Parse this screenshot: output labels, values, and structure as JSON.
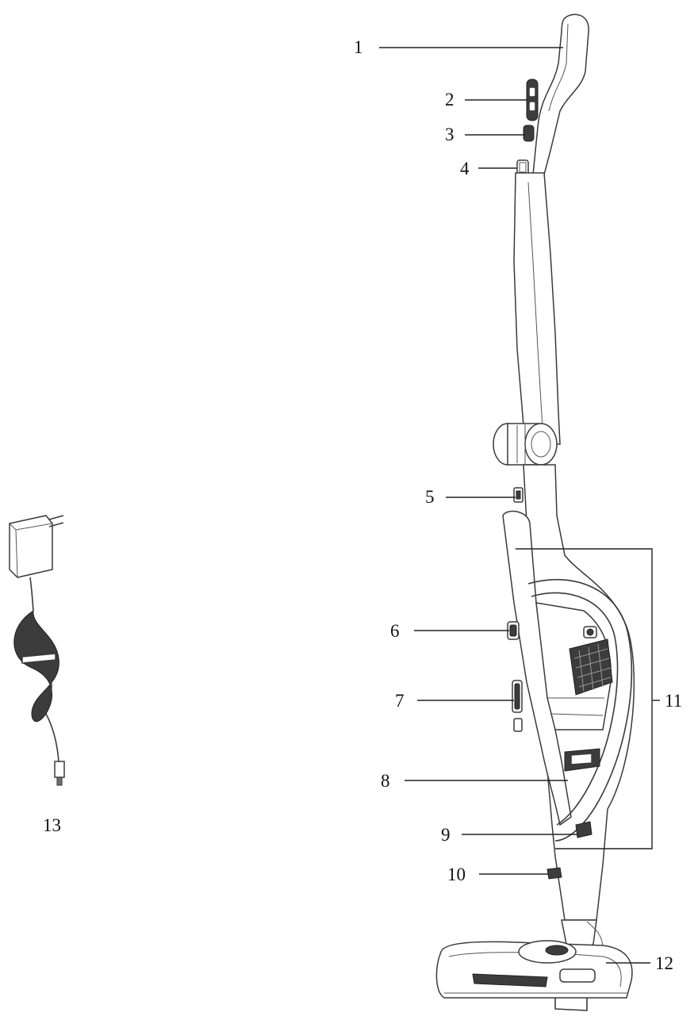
{
  "callouts": [
    {
      "id": "1",
      "label": "1"
    },
    {
      "id": "2",
      "label": "2"
    },
    {
      "id": "3",
      "label": "3"
    },
    {
      "id": "4",
      "label": "4"
    },
    {
      "id": "5",
      "label": "5"
    },
    {
      "id": "6",
      "label": "6"
    },
    {
      "id": "7",
      "label": "7"
    },
    {
      "id": "8",
      "label": "8"
    },
    {
      "id": "9",
      "label": "9"
    },
    {
      "id": "10",
      "label": "10"
    },
    {
      "id": "11",
      "label": "11"
    },
    {
      "id": "12",
      "label": "12"
    },
    {
      "id": "13",
      "label": "13"
    }
  ],
  "colors": {
    "line": "#3a3a3a",
    "text": "#111111",
    "shade": "#6f6f6f",
    "background": "#ffffff"
  },
  "illustrations": [
    "stick-vacuum-cleaner",
    "charger-adapter"
  ]
}
